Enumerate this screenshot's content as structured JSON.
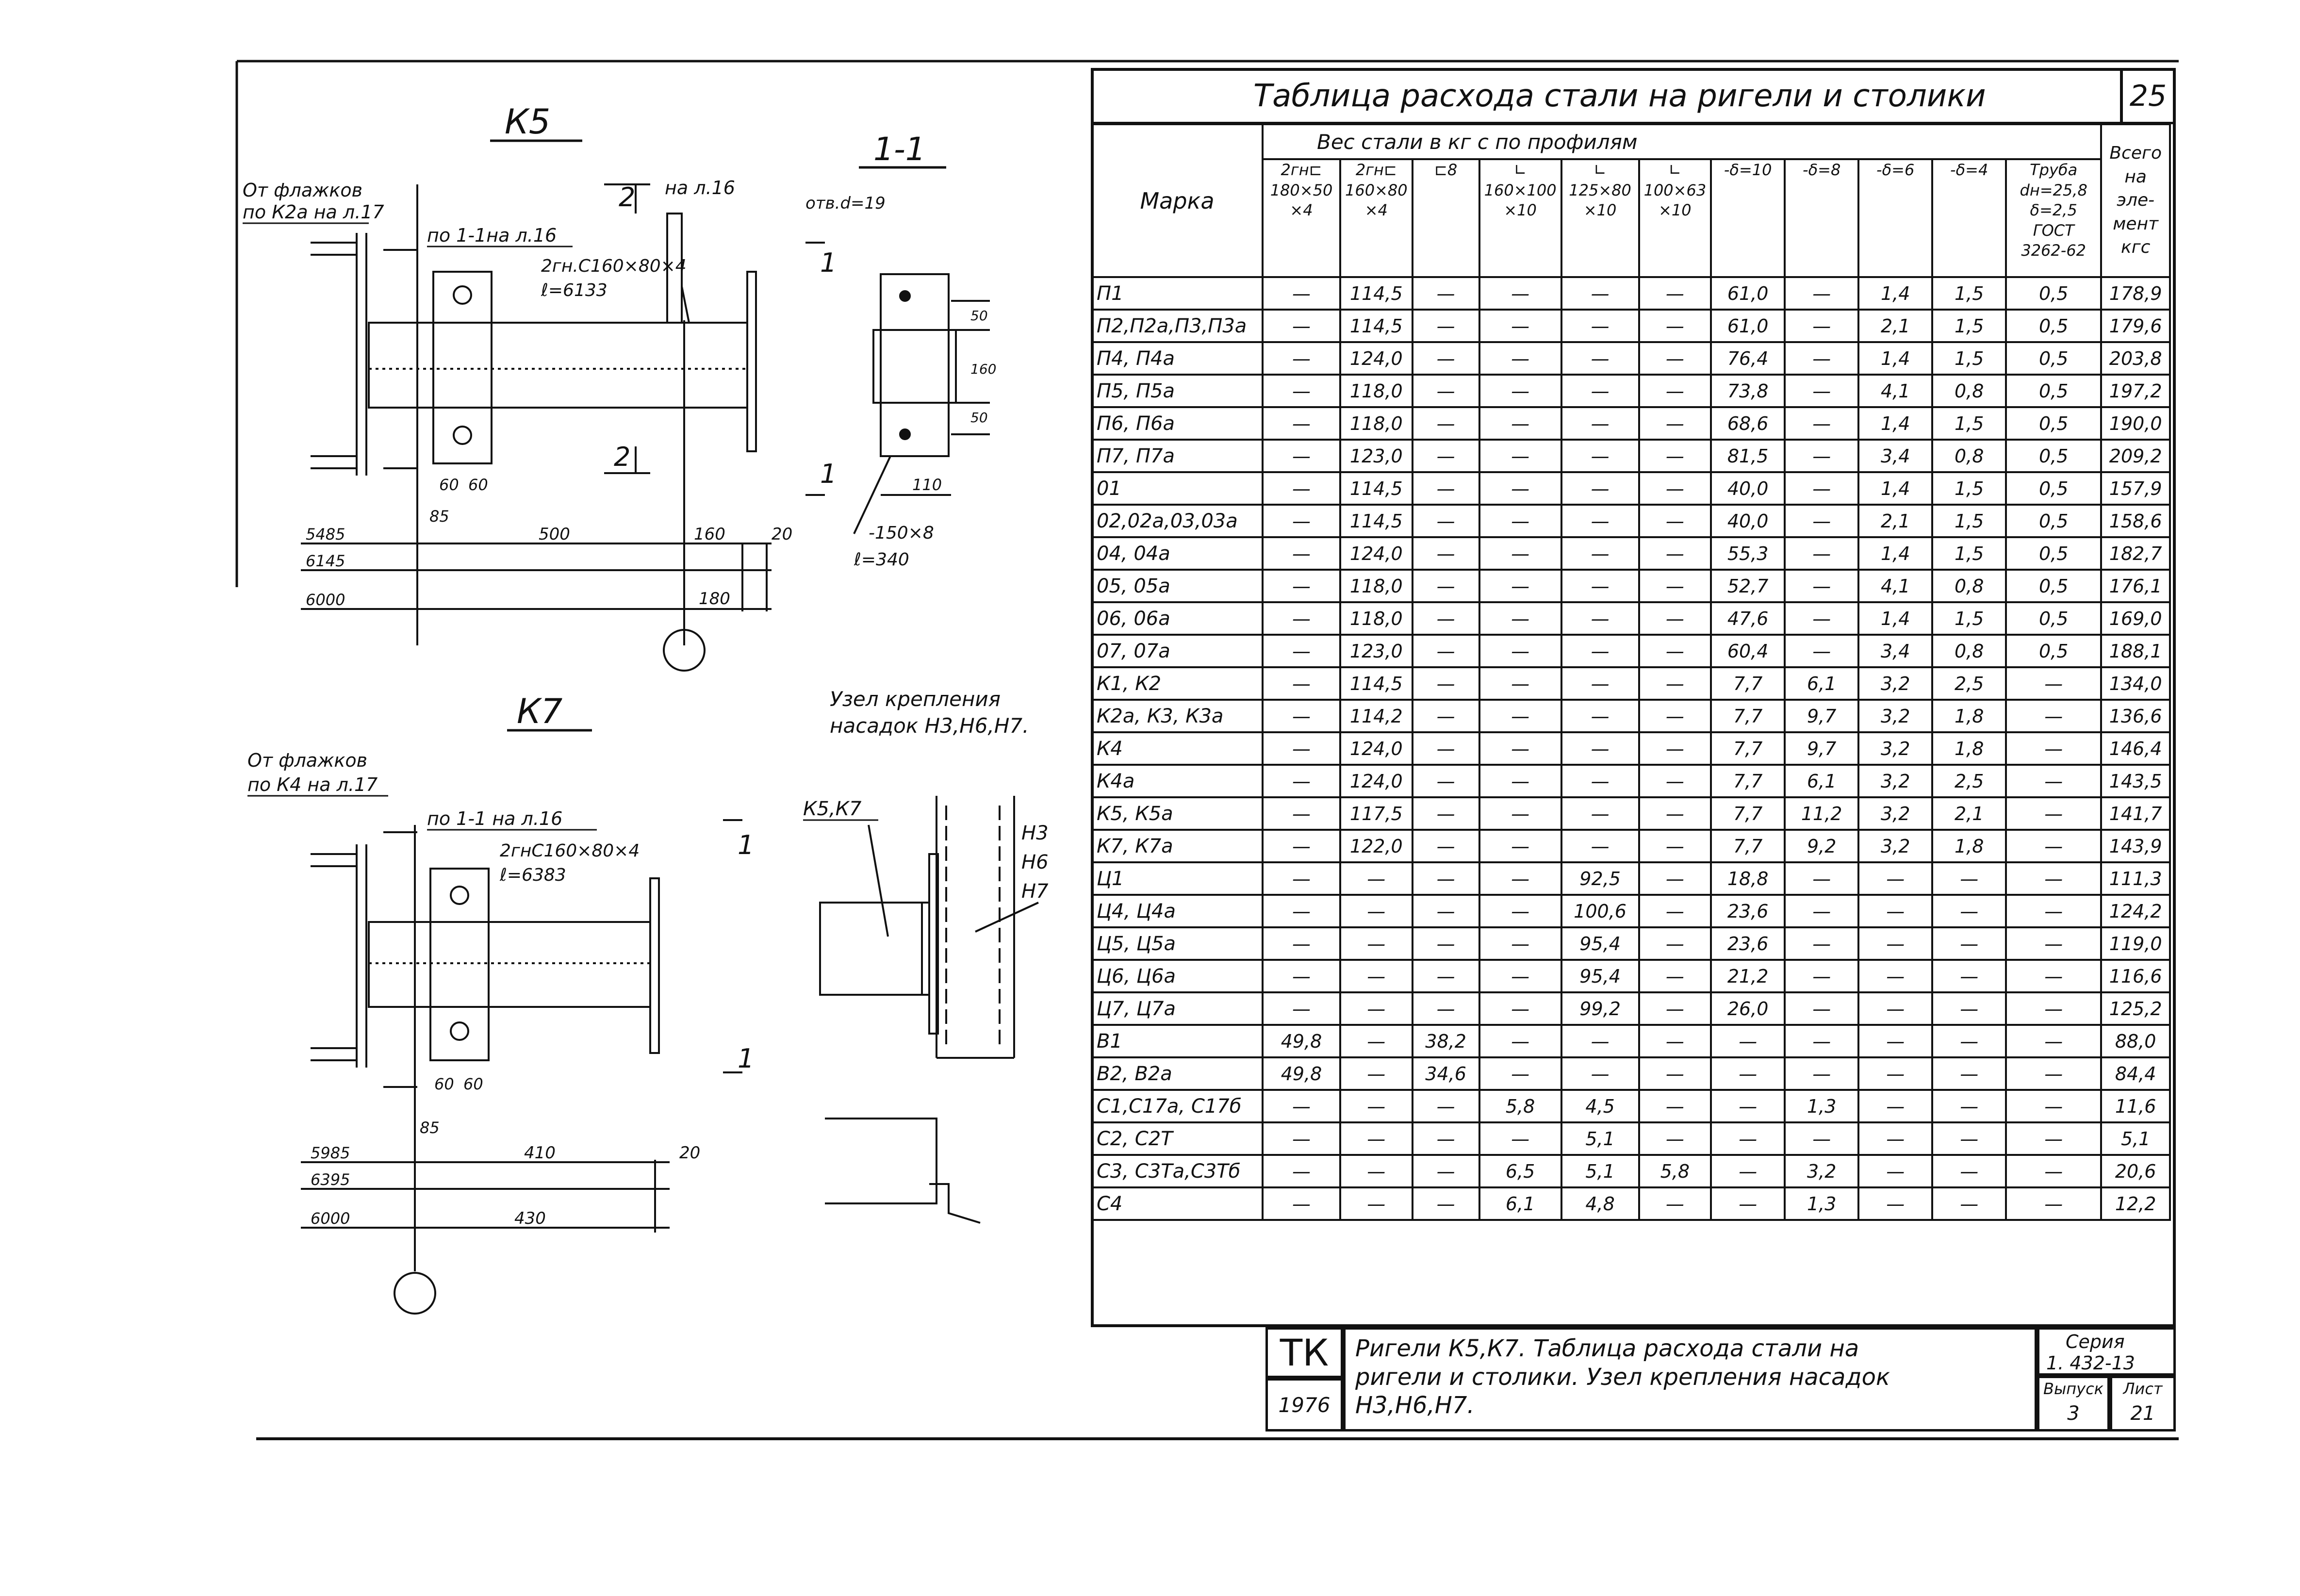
{
  "drawings": {
    "k5": {
      "title": "К5",
      "note_from_flags": [
        "От флажков",
        "по К2а на л.17"
      ],
      "section_ref": "по 1-1на л.16",
      "sheet_ref": "на л.16",
      "profile": [
        "2гн.С160×80×4",
        "ℓ=6133"
      ],
      "section_marks": [
        "2",
        "2"
      ],
      "cut_marks": [
        "1",
        "1"
      ],
      "dims_small": [
        "60",
        "60",
        "85"
      ],
      "levels": [
        "5485",
        "6145",
        "6000"
      ],
      "dims_main": [
        "500",
        "160",
        "20",
        "180"
      ]
    },
    "section_1_1": {
      "title": "1-1",
      "hole": "отв.d=19",
      "plate": [
        "-150×8",
        "ℓ=340"
      ],
      "dims": [
        "50",
        "160",
        "50",
        "110"
      ]
    },
    "k7": {
      "title": "К7",
      "note_from_flags": [
        "От флажков",
        "по К4 на л.17"
      ],
      "section_ref": "по 1-1 на л.16",
      "profile": [
        "2гнС160×80×4",
        "ℓ=6383"
      ],
      "cut_marks": [
        "1",
        "1"
      ],
      "dims_small": [
        "60",
        "60",
        "85"
      ],
      "levels": [
        "5985",
        "6395",
        "6000"
      ],
      "dims_main": [
        "410",
        "20",
        "430"
      ]
    },
    "node": {
      "title": [
        "Узел крепления",
        "насадок Н3,Н6,Н7."
      ],
      "ref": "К5,К7",
      "labels": [
        "Н3",
        "Н6",
        "Н7"
      ]
    }
  },
  "table": {
    "title": "Таблица расхода стали на ригели и столики",
    "page_number": "25",
    "header_mark": "Марка",
    "header_group": "Вес стали в кг с по профилям",
    "header_total": [
      "Всего",
      "на эле-",
      "мент",
      "кгс"
    ],
    "columns": [
      [
        "2гн⊏",
        "180×50",
        "×4"
      ],
      [
        "2гн⊏",
        "160×80",
        "×4"
      ],
      [
        "⊏8"
      ],
      [
        "∟",
        "160×100",
        "×10"
      ],
      [
        "∟",
        "125×80",
        "×10"
      ],
      [
        "∟",
        "100×63",
        "×10"
      ],
      [
        "-δ=10"
      ],
      [
        "-δ=8"
      ],
      [
        "-δ=6"
      ],
      [
        "-δ=4"
      ],
      [
        "Труба",
        "dн=25,8",
        "δ=2,5",
        "ГОСТ",
        "3262-62"
      ]
    ],
    "rows": [
      [
        "П1",
        "—",
        "114,5",
        "—",
        "—",
        "—",
        "—",
        "61,0",
        "—",
        "1,4",
        "1,5",
        "0,5",
        "178,9"
      ],
      [
        "П2,П2а,П3,П3а",
        "—",
        "114,5",
        "—",
        "—",
        "—",
        "—",
        "61,0",
        "—",
        "2,1",
        "1,5",
        "0,5",
        "179,6"
      ],
      [
        "П4, П4а",
        "—",
        "124,0",
        "—",
        "—",
        "—",
        "—",
        "76,4",
        "—",
        "1,4",
        "1,5",
        "0,5",
        "203,8"
      ],
      [
        "П5, П5а",
        "—",
        "118,0",
        "—",
        "—",
        "—",
        "—",
        "73,8",
        "—",
        "4,1",
        "0,8",
        "0,5",
        "197,2"
      ],
      [
        "П6, П6а",
        "—",
        "118,0",
        "—",
        "—",
        "—",
        "—",
        "68,6",
        "—",
        "1,4",
        "1,5",
        "0,5",
        "190,0"
      ],
      [
        "П7, П7а",
        "—",
        "123,0",
        "—",
        "—",
        "—",
        "—",
        "81,5",
        "—",
        "3,4",
        "0,8",
        "0,5",
        "209,2"
      ],
      [
        "01",
        "—",
        "114,5",
        "—",
        "—",
        "—",
        "—",
        "40,0",
        "—",
        "1,4",
        "1,5",
        "0,5",
        "157,9"
      ],
      [
        "02,02а,03,03а",
        "—",
        "114,5",
        "—",
        "—",
        "—",
        "—",
        "40,0",
        "—",
        "2,1",
        "1,5",
        "0,5",
        "158,6"
      ],
      [
        "04, 04а",
        "—",
        "124,0",
        "—",
        "—",
        "—",
        "—",
        "55,3",
        "—",
        "1,4",
        "1,5",
        "0,5",
        "182,7"
      ],
      [
        "05, 05а",
        "—",
        "118,0",
        "—",
        "—",
        "—",
        "—",
        "52,7",
        "—",
        "4,1",
        "0,8",
        "0,5",
        "176,1"
      ],
      [
        "06, 06а",
        "—",
        "118,0",
        "—",
        "—",
        "—",
        "—",
        "47,6",
        "—",
        "1,4",
        "1,5",
        "0,5",
        "169,0"
      ],
      [
        "07, 07а",
        "—",
        "123,0",
        "—",
        "—",
        "—",
        "—",
        "60,4",
        "—",
        "3,4",
        "0,8",
        "0,5",
        "188,1"
      ],
      [
        "К1, К2",
        "—",
        "114,5",
        "—",
        "—",
        "—",
        "—",
        "7,7",
        "6,1",
        "3,2",
        "2,5",
        "—",
        "134,0"
      ],
      [
        "К2а, К3, К3а",
        "—",
        "114,2",
        "—",
        "—",
        "—",
        "—",
        "7,7",
        "9,7",
        "3,2",
        "1,8",
        "—",
        "136,6"
      ],
      [
        "К4",
        "—",
        "124,0",
        "—",
        "—",
        "—",
        "—",
        "7,7",
        "9,7",
        "3,2",
        "1,8",
        "—",
        "146,4"
      ],
      [
        "К4а",
        "—",
        "124,0",
        "—",
        "—",
        "—",
        "—",
        "7,7",
        "6,1",
        "3,2",
        "2,5",
        "—",
        "143,5"
      ],
      [
        "К5, К5а",
        "—",
        "117,5",
        "—",
        "—",
        "—",
        "—",
        "7,7",
        "11,2",
        "3,2",
        "2,1",
        "—",
        "141,7"
      ],
      [
        "К7, К7а",
        "—",
        "122,0",
        "—",
        "—",
        "—",
        "—",
        "7,7",
        "9,2",
        "3,2",
        "1,8",
        "—",
        "143,9"
      ],
      [
        "Ц1",
        "—",
        "—",
        "—",
        "—",
        "92,5",
        "—",
        "18,8",
        "—",
        "—",
        "—",
        "—",
        "111,3"
      ],
      [
        "Ц4, Ц4а",
        "—",
        "—",
        "—",
        "—",
        "100,6",
        "—",
        "23,6",
        "—",
        "—",
        "—",
        "—",
        "124,2"
      ],
      [
        "Ц5, Ц5а",
        "—",
        "—",
        "—",
        "—",
        "95,4",
        "—",
        "23,6",
        "—",
        "—",
        "—",
        "—",
        "119,0"
      ],
      [
        "Ц6, Ц6а",
        "—",
        "—",
        "—",
        "—",
        "95,4",
        "—",
        "21,2",
        "—",
        "—",
        "—",
        "—",
        "116,6"
      ],
      [
        "Ц7, Ц7а",
        "—",
        "—",
        "—",
        "—",
        "99,2",
        "—",
        "26,0",
        "—",
        "—",
        "—",
        "—",
        "125,2"
      ],
      [
        "В1",
        "49,8",
        "—",
        "38,2",
        "—",
        "—",
        "—",
        "—",
        "—",
        "—",
        "—",
        "—",
        "88,0"
      ],
      [
        "В2, В2а",
        "49,8",
        "—",
        "34,6",
        "—",
        "—",
        "—",
        "—",
        "—",
        "—",
        "—",
        "—",
        "84,4"
      ],
      [
        "С1,С17а, С17б",
        "—",
        "—",
        "—",
        "5,8",
        "4,5",
        "—",
        "—",
        "1,3",
        "—",
        "—",
        "—",
        "11,6"
      ],
      [
        "С2, С2Т",
        "—",
        "—",
        "—",
        "—",
        "5,1",
        "—",
        "—",
        "—",
        "—",
        "—",
        "—",
        "5,1"
      ],
      [
        "С3, С3Та,С3Тб",
        "—",
        "—",
        "—",
        "6,5",
        "5,1",
        "5,8",
        "—",
        "3,2",
        "—",
        "—",
        "—",
        "20,6"
      ],
      [
        "С4",
        "—",
        "—",
        "—",
        "6,1",
        "4,8",
        "—",
        "—",
        "1,3",
        "—",
        "—",
        "—",
        "12,2"
      ]
    ]
  },
  "title_block": {
    "org": "ТК",
    "year": "1976",
    "description": [
      "Ригели К5,К7. Таблица расхода стали на",
      "ригели и столики. Узел крепления насадок",
      "Н3,Н6,Н7."
    ],
    "series_label": "Серия",
    "series": "1. 432-13",
    "issue_label": "Выпуск",
    "issue": "3",
    "sheet_label": "Лист",
    "sheet": "21"
  }
}
